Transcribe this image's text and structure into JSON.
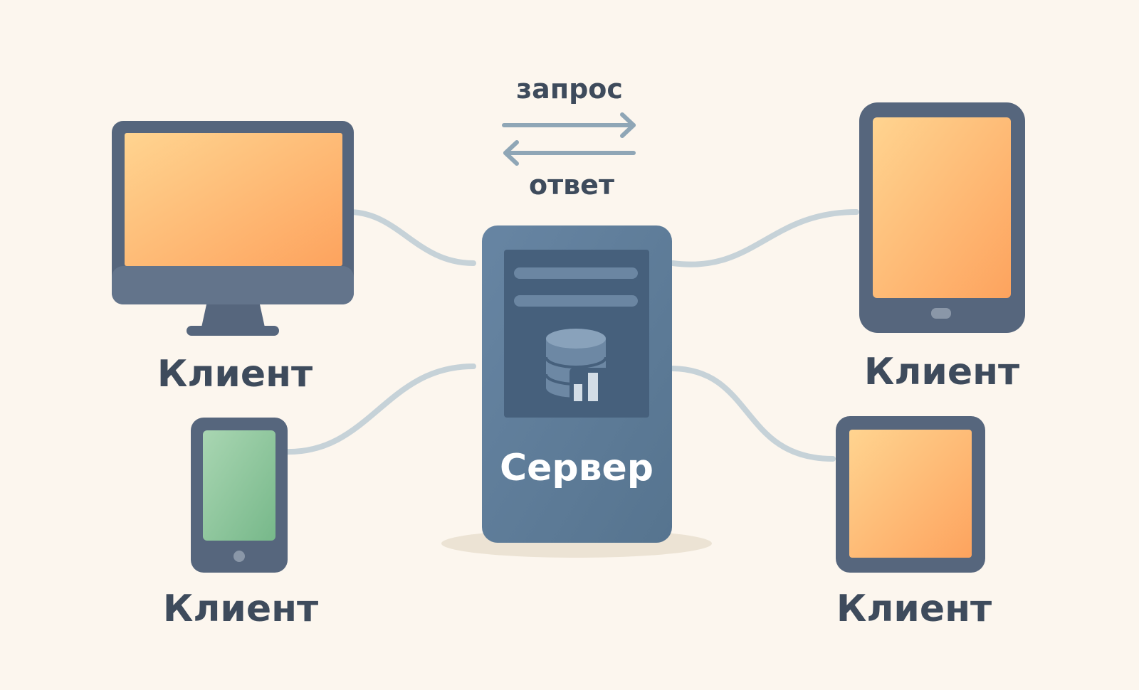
{
  "flow": {
    "request_label": "запрос",
    "response_label": "ответ"
  },
  "server": {
    "label": "Сервер",
    "icon": "database-chart-icon"
  },
  "clients": [
    {
      "device": "desktop-monitor",
      "label": "Клиент"
    },
    {
      "device": "tablet",
      "label": "Клиент"
    },
    {
      "device": "smartphone",
      "label": "Клиент"
    },
    {
      "device": "square-tablet",
      "label": "Клиент"
    }
  ],
  "colors": {
    "background": "#fcf6ee",
    "device_frame": "#56667d",
    "server_body": "#5e7d9c",
    "server_panel": "#46607c",
    "screen_orange_light": "#ffd490",
    "screen_orange_dark": "#fda35e",
    "screen_green_light": "#a9d6b2",
    "screen_green_dark": "#77b88a",
    "connector": "#c6d2d8",
    "arrow": "#8fa6b6",
    "label_text": "#3e4b5c",
    "server_text": "#ffffff"
  }
}
